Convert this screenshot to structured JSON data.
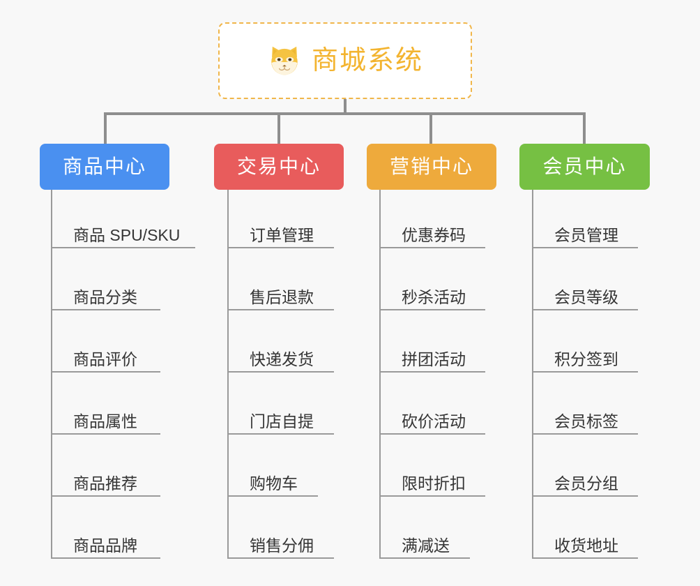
{
  "page": {
    "background_color": "#f8f8f8",
    "line_color": "#8e8e8e"
  },
  "root": {
    "title": "商城系统",
    "icon": "shiba-dog-face-icon",
    "text_color": "#f3b430",
    "border_color": "#f0b64a",
    "background_color": "#ffffff"
  },
  "columns": [
    {
      "id": "product-center",
      "title": "商品中心",
      "color": "#4a90f0",
      "items": [
        "商品 SPU/SKU",
        "商品分类",
        "商品评价",
        "商品属性",
        "商品推荐",
        "商品品牌"
      ]
    },
    {
      "id": "trade-center",
      "title": "交易中心",
      "color": "#e85c5c",
      "items": [
        "订单管理",
        "售后退款",
        "快递发货",
        "门店自提",
        "购物车",
        "销售分佣"
      ]
    },
    {
      "id": "marketing-center",
      "title": "营销中心",
      "color": "#eeaa3c",
      "items": [
        "优惠券码",
        "秒杀活动",
        "拼团活动",
        "砍价活动",
        "限时折扣",
        "满减送"
      ]
    },
    {
      "id": "member-center",
      "title": "会员中心",
      "color": "#76c043",
      "items": [
        "会员管理",
        "会员等级",
        "积分签到",
        "会员标签",
        "会员分组",
        "收货地址"
      ]
    }
  ]
}
